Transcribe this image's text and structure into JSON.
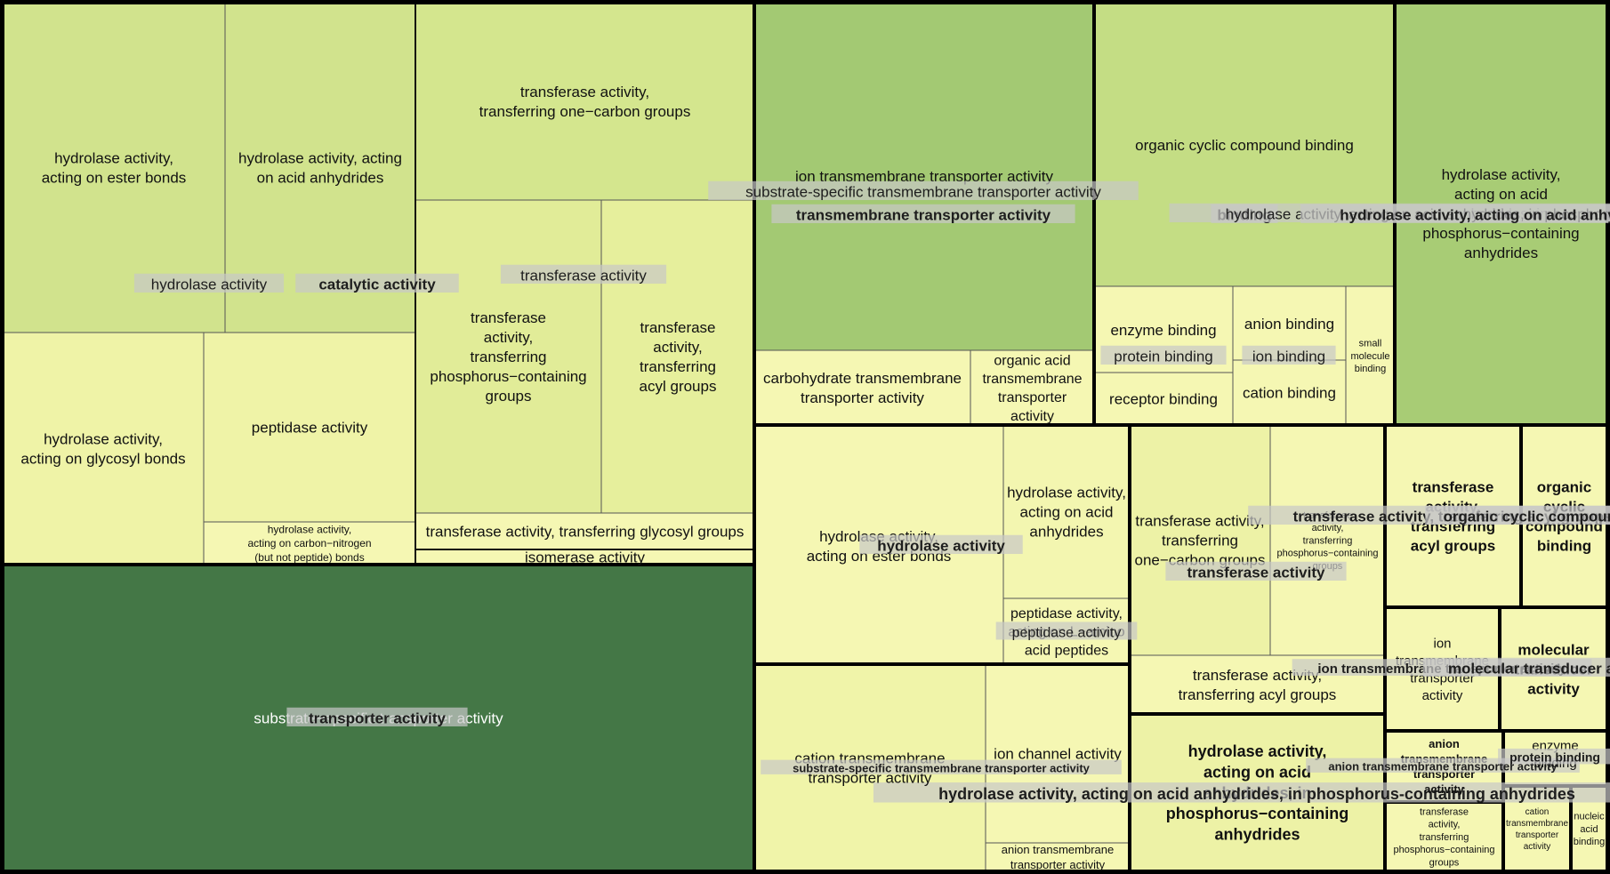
{
  "chart_data": {
    "type": "treemap",
    "title": "",
    "groups": [
      {
        "label": "catalytic activity",
        "subgroups": [
          {
            "label": "hydrolase activity",
            "tiles": [
              {
                "label": "hydrolase activity, acting on ester bonds",
                "lines": [
                  "hydrolase activity,",
                  "acting on ester bonds"
                ],
                "value": 7,
                "color": "#d1e38d"
              },
              {
                "label": "hydrolase activity, acting on acid anhydrides",
                "lines": [
                  "hydrolase activity, acting",
                  "on acid anhydrides"
                ],
                "value": 5.8,
                "color": "#d1e38d"
              },
              {
                "label": "hydrolase activity, acting on glycosyl bonds",
                "lines": [
                  "hydrolase activity,",
                  "acting on glycosyl bonds"
                ],
                "value": 4.5,
                "color": "#eff3a7"
              },
              {
                "label": "peptidase activity",
                "lines": [
                  "peptidase activity"
                ],
                "value": 4.3,
                "color": "#eff3a7"
              },
              {
                "label": "hydrolase activity, acting on carbon-nitrogen (but not peptide) bonds",
                "lines": [
                  "hydrolase activity,",
                  "acting on carbon−nitrogen",
                  "(but not peptide) bonds"
                ],
                "value": 1.0,
                "color": "#f5f7b3"
              }
            ]
          },
          {
            "label": "transferase activity",
            "tiles": [
              {
                "label": "transferase activity, transferring one-carbon groups",
                "lines": [
                  "transferase activity,",
                  "transferring one−carbon groups"
                ],
                "value": 7.7,
                "color": "#d4e68e"
              },
              {
                "label": "transferase activity, transferring phosphorus-containing groups",
                "lines": [
                  "transferase",
                  "activity,",
                  "transferring",
                  "phosphorus−containing",
                  "groups"
                ],
                "value": 6.9,
                "color": "#e1ec98"
              },
              {
                "label": "transferase activity, transferring acyl groups",
                "lines": [
                  "transferase",
                  "activity,",
                  "transferring",
                  "acyl groups"
                ],
                "value": 5.8,
                "color": "#e6ef9c"
              },
              {
                "label": "transferase activity, transferring glycosyl groups",
                "lines": [
                  "transferase activity, transferring glycosyl groups"
                ],
                "value": 1.3,
                "color": "#f5f7b3"
              }
            ]
          },
          {
            "label": "isomerase activity",
            "tiles": [
              {
                "label": "isomerase activity",
                "lines": [
                  "isomerase activity"
                ],
                "value": 0.6,
                "color": "#f5f7b3"
              }
            ]
          }
        ]
      },
      {
        "label": "transporter activity",
        "subgroups": [
          {
            "label": "substrate-specific transporter activity",
            "tiles": [
              {
                "label": "substrate-specific transporter activity",
                "lines": [
                  "substrate−specific transporter activity"
                ],
                "value": 24.0,
                "color": "#447746"
              }
            ]
          }
        ]
      },
      {
        "label": "transmembrane transporter activity",
        "subgroups": [
          {
            "label": "substrate-specific transmembrane transporter activity",
            "tiles": [
              {
                "label": "ion transmembrane transporter activity",
                "lines": [
                  "ion transmembrane transporter activity"
                ],
                "value": 11.6,
                "color": "#a3c973"
              },
              {
                "label": "carbohydrate transmembrane transporter activity",
                "lines": [
                  "carbohydrate transmembrane",
                  "transporter activity"
                ],
                "value": 2.6,
                "color": "#f5f7b3"
              },
              {
                "label": "organic acid transmembrane transporter activity",
                "lines": [
                  "organic acid",
                  "transmembrane",
                  "transporter",
                  "activity"
                ],
                "value": 1.5,
                "color": "#f5f7b3"
              }
            ]
          }
        ]
      },
      {
        "label": "binding",
        "subgroups": [
          {
            "label": "binding",
            "tiles": [
              {
                "label": "organic cyclic compound binding",
                "lines": [
                  "organic cyclic compound binding"
                ],
                "value": 7.2,
                "color": "#c4dd84"
              },
              {
                "label": "enzyme binding",
                "lines": [
                  "enzyme binding"
                ],
                "value": 0.9,
                "color": "#f5f7b3"
              },
              {
                "label": "receptor binding",
                "lines": [
                  "receptor binding"
                ],
                "value": 0.8,
                "color": "#f5f7b3"
              },
              {
                "label": "anion binding",
                "lines": [
                  "anion binding"
                ],
                "value": 0.9,
                "color": "#f5f7b3"
              },
              {
                "label": "cation binding",
                "lines": [
                  "cation binding"
                ],
                "value": 0.8,
                "color": "#f5f7b3"
              },
              {
                "label": "small molecule binding",
                "lines": [
                  "small",
                  "molecule",
                  "binding"
                ],
                "value": 0.7,
                "color": "#f5f7b3"
              }
            ],
            "sublabels": [
              "protein binding",
              "ion binding"
            ]
          }
        ]
      },
      {
        "label": "hydrolase activity, acting on acid anhydrides",
        "subgroups": [
          {
            "label": "hydrolase activity, acting on acid anhydrides, in phosphorus-containing anhydrides",
            "tiles": [
              {
                "label": "hydrolase activity, acting on acid anhydrides, in phosphorus-containing anhydrides",
                "lines": [
                  "hydrolase activity,",
                  "acting on acid",
                  "anhydrides, in",
                  "phosphorus−containing",
                  "anhydrides"
                ],
                "value": 6.4,
                "color": "#a8cc75"
              }
            ]
          }
        ]
      },
      {
        "label": "hydrolase activity",
        "subgroups": [
          {
            "label": "hydrolase activity",
            "tiles": [
              {
                "label": "hydrolase activity, acting on ester bonds",
                "lines": [
                  "hydrolase activity,",
                  "acting on ester bonds"
                ],
                "value": 4.6,
                "color": "#f5f7b3"
              },
              {
                "label": "hydrolase activity, acting on acid anhydrides",
                "lines": [
                  "hydrolase activity,",
                  "acting on acid",
                  "anhydrides"
                ],
                "value": 2.6,
                "color": "#f3f6b0"
              },
              {
                "label": "peptidase activity, acting on L-amino acid peptides",
                "lines": [
                  "peptidase activity,",
                  "acting on L−amino",
                  "acid peptides"
                ],
                "value": 1.3,
                "color": "#f5f7b3"
              }
            ],
            "sublabels": [
              "peptidase activity"
            ]
          }
        ]
      },
      {
        "label": "transferase activity",
        "subgroups": [
          {
            "label": "transferase activity",
            "tiles": [
              {
                "label": "transferase activity, transferring one-carbon groups",
                "lines": [
                  "transferase activity,",
                  "transferring",
                  "one−carbon groups"
                ],
                "value": 2.9,
                "color": "#edf2a6"
              },
              {
                "label": "transferase activity, transferring phosphorus-containing groups",
                "lines": [
                  "transferase",
                  "activity,",
                  "transferring",
                  "phosphorus−containing",
                  "groups"
                ],
                "value": 2.6,
                "color": "#f5f7b3"
              },
              {
                "label": "transferase activity, transferring acyl groups",
                "lines": [
                  "transferase activity,",
                  "transferring acyl groups"
                ],
                "value": 1.4,
                "color": "#f5f7b3"
              }
            ]
          }
        ]
      },
      {
        "label": "hydrolase activity, acting on acid anhydrides, in phosphorus-containing anhydrides",
        "subgroups": [
          {
            "label": "hydrolase activity, acting on acid anhydrides, in phosphorus-containing anhydrides",
            "tiles": [
              {
                "label": "hydrolase activity, acting on acid anhydrides, in phosphorus-containing anhydrides",
                "lines": [
                  "hydrolase activity,",
                  "acting on acid",
                  "anhydrides, in",
                  "phosphorus−containing",
                  "anhydrides"
                ],
                "value": 3.2,
                "color": "#edf2a6"
              }
            ]
          }
        ]
      },
      {
        "label": "substrate-specific transmembrane transporter activity",
        "subgroups": [
          {
            "label": "substrate-specific transmembrane transporter activity",
            "tiles": [
              {
                "label": "cation transmembrane transporter activity",
                "lines": [
                  "cation transmembrane",
                  "transporter activity"
                ],
                "value": 4.7,
                "color": "#f0f4a9"
              },
              {
                "label": "ion channel activity",
                "lines": [
                  "ion channel activity"
                ],
                "value": 2.3,
                "color": "#f5f7b3"
              },
              {
                "label": "anion transmembrane transporter activity",
                "lines": [
                  "anion transmembrane",
                  "transporter activity"
                ],
                "value": 0.5,
                "color": "#f5f7b3"
              }
            ]
          }
        ]
      },
      {
        "label": "transferase activity, transferring acyl groups",
        "subgroups": [
          {
            "label": "transferase activity, transferring acyl groups",
            "tiles": [
              {
                "label": "transferase activity, transferring acyl groups",
                "lines": [
                  "transferase",
                  "activity,",
                  "transferring",
                  "acyl groups"
                ],
                "value": 2.3,
                "color": "#f5f7b3"
              }
            ]
          }
        ]
      },
      {
        "label": "organic cyclic compound binding",
        "subgroups": [
          {
            "label": "organic cyclic compound binding",
            "tiles": [
              {
                "label": "organic cyclic compound binding",
                "lines": [
                  "organic",
                  "cyclic",
                  "compound",
                  "binding"
                ],
                "value": 1.6,
                "color": "#f5f7b3"
              }
            ]
          }
        ]
      },
      {
        "label": "ion transmembrane transporter activity",
        "subgroups": [
          {
            "label": "ion transmembrane transporter activity",
            "tiles": [
              {
                "label": "ion transmembrane transporter activity",
                "lines": [
                  "ion",
                  "transmembrane",
                  "transporter",
                  "activity"
                ],
                "value": 1.8,
                "color": "#f5f7b3"
              }
            ]
          }
        ]
      },
      {
        "label": "molecular transducer activity",
        "subgroups": [
          {
            "label": "molecular transducer activity",
            "tiles": [
              {
                "label": "molecular transducer activity",
                "lines": [
                  "molecular",
                  "transducer",
                  "activity"
                ],
                "value": 1.5,
                "color": "#f5f7b3"
              }
            ]
          }
        ]
      },
      {
        "label": "anion transmembrane transporter activity",
        "subgroups": [
          {
            "label": "anion transmembrane transporter activity",
            "tiles": [
              {
                "label": "anion transmembrane transporter activity",
                "lines": [
                  "anion",
                  "transmembrane",
                  "transporter",
                  "activity"
                ],
                "value": 0.9,
                "color": "#f5f7b3"
              }
            ]
          }
        ]
      },
      {
        "label": "transferase activity, transferring phosphorus-containing groups",
        "subgroups": [
          {
            "label": "transferase activity, transferring phosphorus-containing groups",
            "tiles": [
              {
                "label": "transferase activity, transferring phosphorus-containing groups",
                "lines": [
                  "transferase",
                  "activity,",
                  "transferring",
                  "phosphorus−containing",
                  "groups"
                ],
                "value": 0.8,
                "color": "#f5f7b3"
              }
            ]
          }
        ]
      },
      {
        "label": "protein binding",
        "subgroups": [
          {
            "label": "enzyme binding",
            "tiles": [
              {
                "label": "enzyme binding",
                "lines": [
                  "enzyme",
                  "binding"
                ],
                "value": 0.5,
                "color": "#f5f7b3"
              }
            ]
          }
        ]
      },
      {
        "label": "cation transmembrane transporter activity",
        "subgroups": [
          {
            "label": "cation transmembrane transporter activity",
            "tiles": [
              {
                "label": "cation transmembrane transporter activity",
                "lines": [
                  "cation",
                  "transmembrane",
                  "transporter",
                  "activity"
                ],
                "value": 0.5,
                "color": "#f5f7b3"
              }
            ]
          }
        ]
      },
      {
        "label": "nucleic acid binding",
        "subgroups": [
          {
            "label": "nucleic acid binding",
            "tiles": [
              {
                "label": "nucleic acid binding",
                "lines": [
                  "nucleic",
                  "acid",
                  "binding"
                ],
                "value": 0.35,
                "color": "#f5f7b3"
              }
            ]
          }
        ]
      }
    ]
  }
}
